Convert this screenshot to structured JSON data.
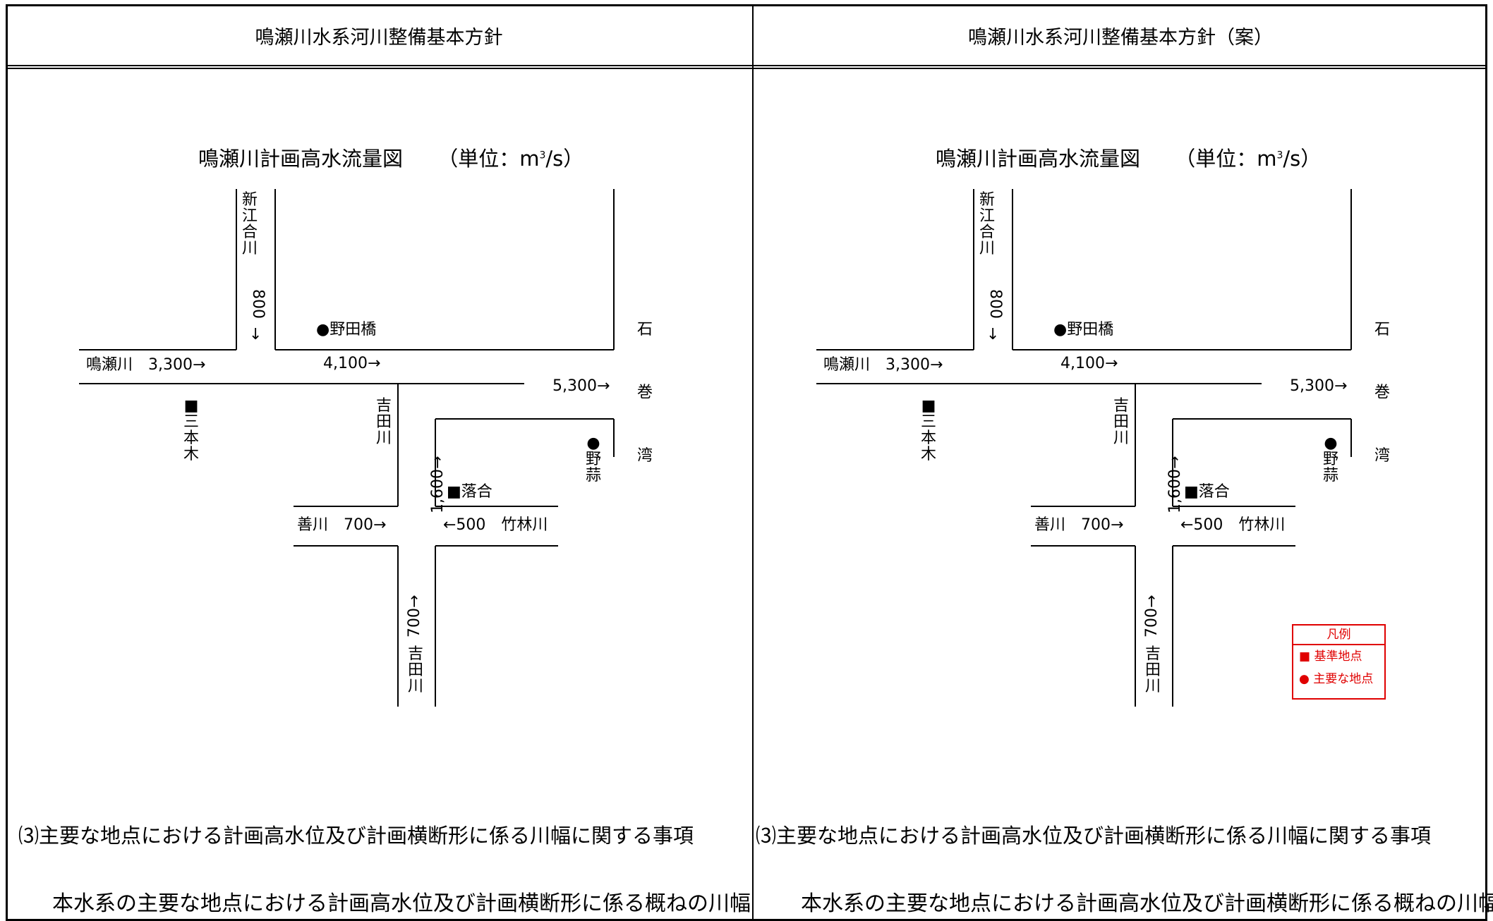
{
  "header": {
    "left_title": "鳴瀬川水系河川整備基本方針",
    "right_title": "鳴瀬川水系河川整備基本方針（案）"
  },
  "diagram": {
    "title": "鳴瀬川計画高水流量図",
    "unit_prefix": "（単位：m",
    "unit_sup": "3",
    "unit_suffix": "/s）",
    "shinegou_river": "新江合川",
    "flow_800": "800",
    "arrow_down": "↓",
    "nodabashi": "●野田橋",
    "naruse_flow": "鳴瀬川　3,300→",
    "flow_4100": "4,100→",
    "flow_5300": "5,300→",
    "sanbongi": "■三本木",
    "yoshida_upper": "吉田川",
    "ishinomaki_1": "石",
    "ishinomaki_2": "巻",
    "ishinomaki_3": "湾",
    "noburu": "●野蒜",
    "flow_1600": "1,600→",
    "ochiai": "■落合",
    "zen_flow": "善川　700→",
    "chikurin_flow": "←500　竹林川",
    "flow_700": "700→",
    "yoshida_lower": "吉田川"
  },
  "legend": {
    "title": "凡例",
    "item1": "■ 基準地点",
    "item2": "● 主要な地点",
    "color": "#e00000"
  },
  "section": {
    "heading": "⑶主要な地点における計画高水位及び計画横断形に係る川幅に関する事項",
    "paragraph": "本水系の主要な地点における計画高水位及び計画横断形に係る概ねの川幅"
  }
}
